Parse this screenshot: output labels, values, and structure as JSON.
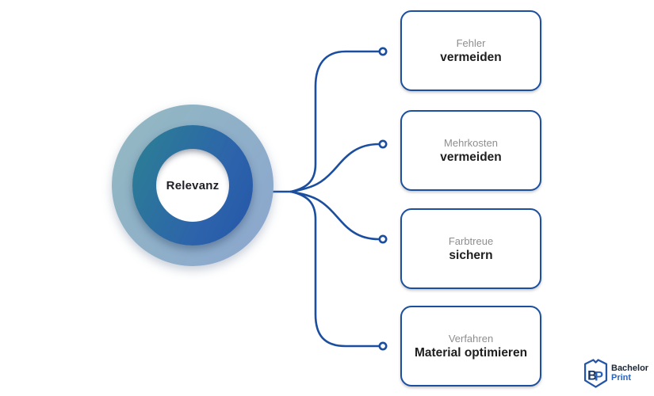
{
  "diagram": {
    "center_label": "Relevanz",
    "nodes": [
      {
        "subtitle": "Fehler",
        "title": "vermeiden"
      },
      {
        "subtitle": "Mehrkosten",
        "title": "vermeiden"
      },
      {
        "subtitle": "Farbtreue",
        "title": "sichern"
      },
      {
        "subtitle": "Verfahren",
        "title": "Material optimieren"
      }
    ],
    "colors": {
      "connector_blue": "#1b4e9e",
      "node_border_blue": "#1c4f9f",
      "outer_ring_gradient_start": "#93b9c1",
      "outer_ring_gradient_end": "#8aa5cf",
      "inner_ring_gradient_start": "#2b8193",
      "inner_ring_gradient_end": "#2457a9",
      "subtitle_gray": "#8e8e90",
      "title_dark": "#1e1e1e"
    }
  },
  "logo": {
    "brand_top": "Bachelor",
    "brand_bottom": "Print",
    "icon_b": "B",
    "icon_p": "P"
  }
}
